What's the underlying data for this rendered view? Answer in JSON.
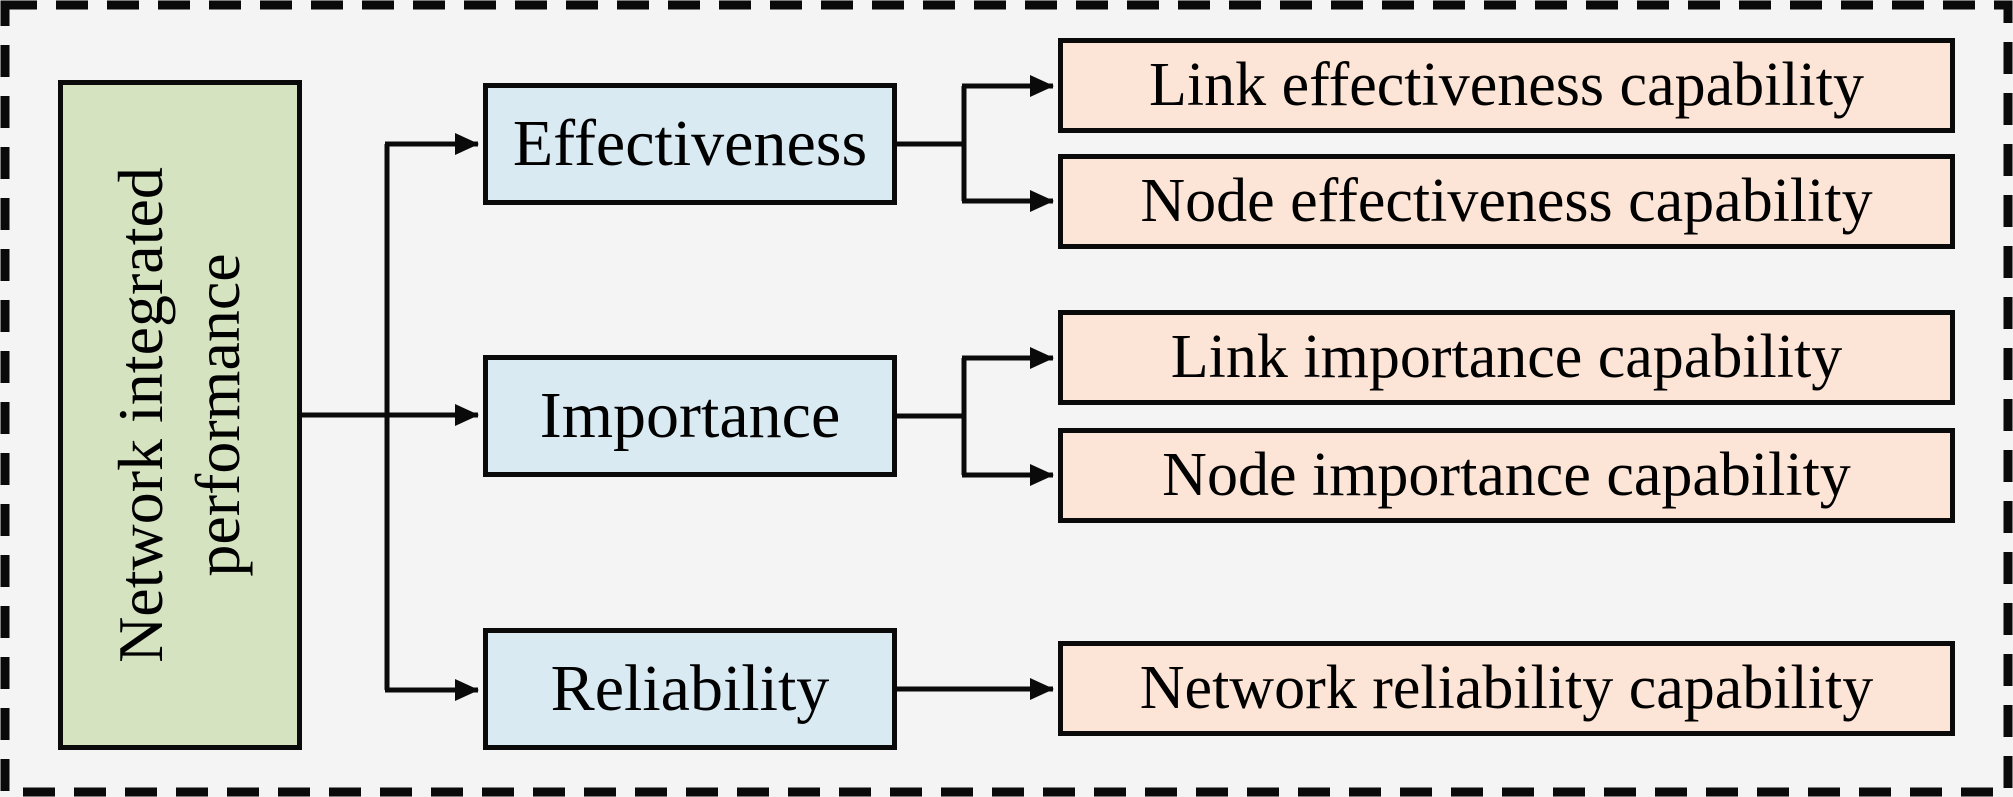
{
  "colors": {
    "background": "#f4f4f5",
    "root_fill": "#d6e3c0",
    "branch_fill": "#d9eaf2",
    "leaf_fill": "#fce5d6",
    "line": "#0a0a0a"
  },
  "root": {
    "label": "Network integrated performance"
  },
  "branches": [
    {
      "label": "Effectiveness",
      "leaves": [
        {
          "label": "Link effectiveness capability"
        },
        {
          "label": "Node effectiveness capability"
        }
      ]
    },
    {
      "label": "Importance",
      "leaves": [
        {
          "label": "Link importance capability"
        },
        {
          "label": "Node importance capability"
        }
      ]
    },
    {
      "label": "Reliability",
      "leaves": [
        {
          "label": "Network reliability capability"
        }
      ]
    }
  ]
}
